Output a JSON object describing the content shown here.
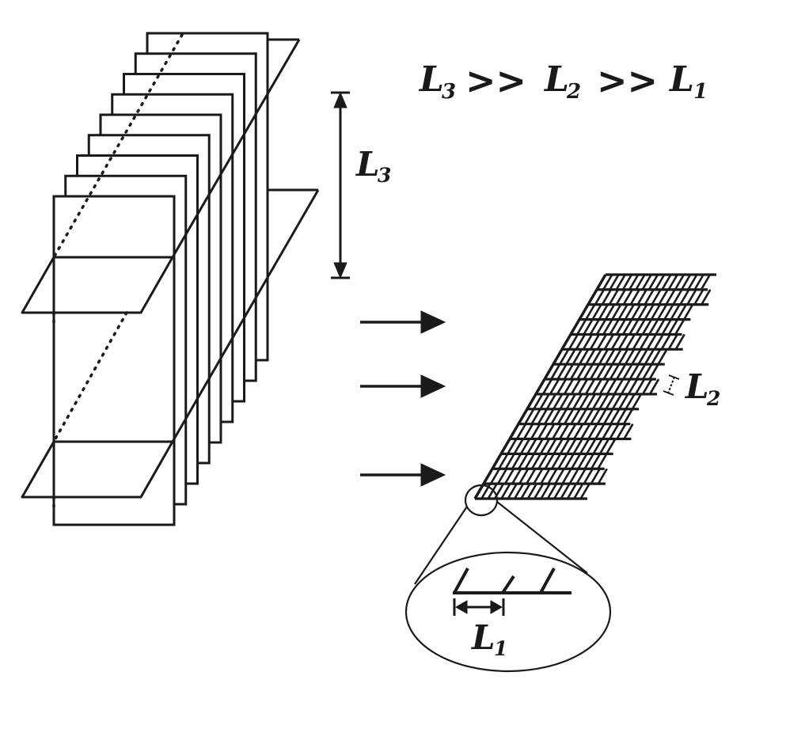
{
  "labels": {
    "relation_L3": "L",
    "relation_L3_sub": "3",
    "relation_op1": ">>",
    "relation_L2": "L",
    "relation_L2_sub": "2",
    "relation_op2": ">>",
    "relation_L1": "L",
    "relation_L1_sub": "1",
    "dim_L3": "L",
    "dim_L3_sub": "3",
    "dim_L2": "L",
    "dim_L2_sub": "2",
    "dim_L1": "L",
    "dim_L1_sub": "1"
  },
  "colors": {
    "stroke": "#1a1a1a",
    "background": "#ffffff"
  }
}
